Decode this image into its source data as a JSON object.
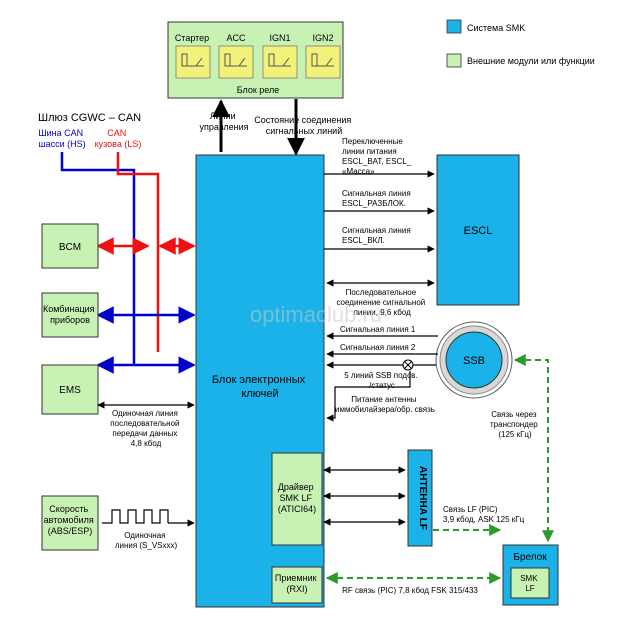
{
  "legend": {
    "smk_system": "Система SMK",
    "external": "Внешние модули или функции"
  },
  "relay_block": {
    "title": "Блок реле",
    "relays": [
      "Стартер",
      "ACC",
      "IGN1",
      "IGN2"
    ]
  },
  "gateway": {
    "title": "Шлюз CGWC – CAN",
    "chassis_bus": [
      "Шина CAN",
      "шасси (HS)"
    ],
    "body_bus": [
      "CAN",
      "кузова (LS)"
    ]
  },
  "control_lines": [
    "Линии",
    "управления"
  ],
  "connection_state": [
    "Состояние соединения",
    "сигнальных линий"
  ],
  "modules": {
    "bcm": "BCM",
    "cluster": [
      "Комбинация",
      "приборов"
    ],
    "ems": "EMS",
    "speed": [
      "Скорость",
      "автомобиля",
      "(ABS/ESP)"
    ]
  },
  "main_unit": {
    "title": [
      "Блок электронных",
      "ключей"
    ],
    "lf_driver": [
      "Драйвер",
      "SMK LF",
      "(ATICI64)"
    ],
    "receiver": [
      "Приемник",
      "(RXI)"
    ]
  },
  "escl": {
    "label": "ESCL",
    "power_lines": [
      "Переключенные",
      "линии питания",
      "ESCL_BAT, ESCL_",
      "«Масса»"
    ],
    "unlock_line": [
      "Сигнальная линия",
      "ESCL_РАЗБЛОК."
    ],
    "on_line": [
      "Сигнальная линия",
      "ESCL_ВКЛ."
    ],
    "serial": [
      "Последовательное",
      "соединение сигнальной",
      "линии, 9,6 кбод"
    ]
  },
  "ssb": {
    "label": "SSB",
    "line1": "Сигнальная линия 1",
    "line2": "Сигнальная линия 2",
    "lines5": [
      "5 линий SSB подсв.",
      "/статус"
    ],
    "antenna_power": [
      "Питание антенны",
      "иммобилайзера/обр. связь"
    ],
    "transponder": [
      "Связь через",
      "транспондер",
      "(125 кГц)"
    ]
  },
  "lf_antenna": {
    "label": "АНТЕННА LF",
    "link": [
      "Связь LF (PIC)",
      "3,9 кбод, ASK 125 кГц"
    ]
  },
  "fob": {
    "title": "Брелок",
    "inner": [
      "SMK",
      "LF"
    ]
  },
  "rf_link": "RF связь (PIC) 7,8 кбод FSK 315/433",
  "ems_serial": [
    "Одиночная линия",
    "последовательной",
    "передачи данных",
    "4,8 кбод"
  ],
  "speed_line": [
    "Одиночная",
    "линия (S_VSxxx)"
  ],
  "watermark": "optimaclub.ru",
  "colors": {
    "smk_fill": "#1ab2e8",
    "external_fill": "#c8f2b4",
    "can_hs": "#0000cc",
    "can_ls": "#ee1111",
    "wireless": "#2a9a2a"
  }
}
